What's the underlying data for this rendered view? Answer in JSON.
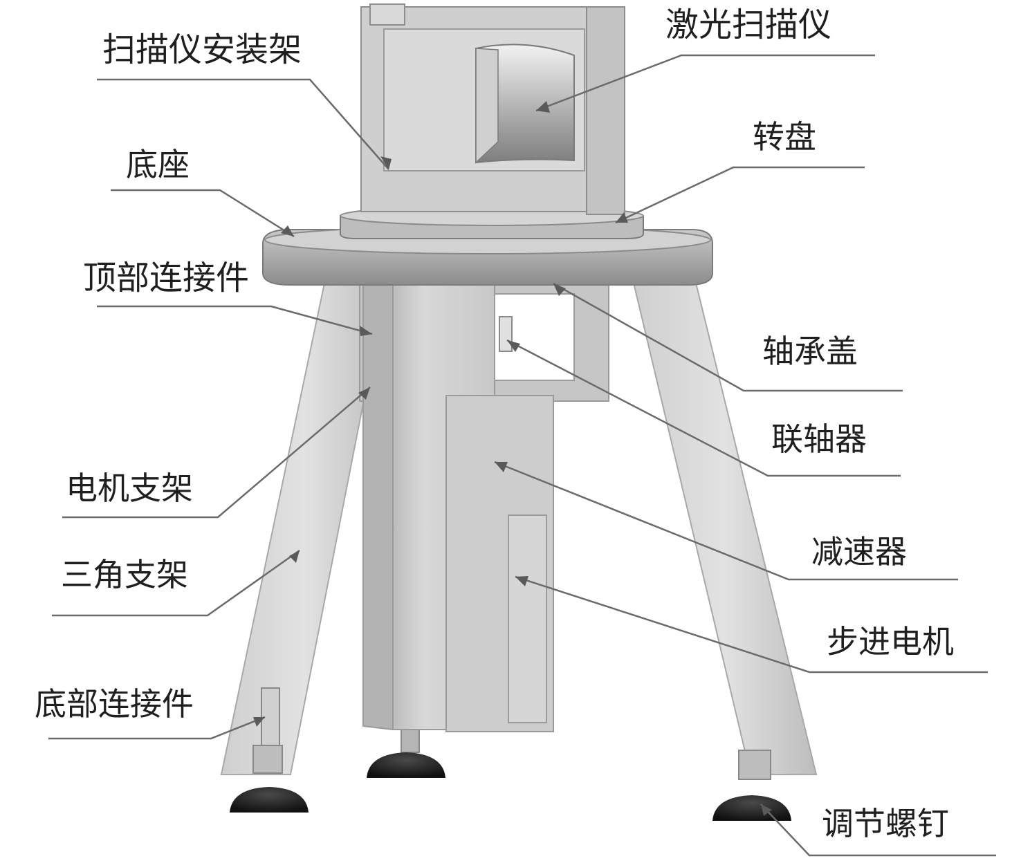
{
  "labels": {
    "scanner_mount": "扫描仪安装架",
    "laser_scanner": "激光扫描仪",
    "base": "底座",
    "turntable": "转盘",
    "top_connector": "顶部连接件",
    "bearing_cover": "轴承盖",
    "coupling": "联轴器",
    "motor_bracket": "电机支架",
    "reducer": "减速器",
    "tripod": "三角支架",
    "stepper_motor": "步进电机",
    "bottom_connector": "底部连接件",
    "adjusting_screw": "调节螺钉"
  },
  "colors": {
    "body_light": "#d9d9d9",
    "body_mid": "#c4c4c4",
    "body_dark": "#9e9e9e",
    "foot": "#1c1c1c",
    "leader": "#6a6a6a",
    "text": "#1f1f1f"
  }
}
